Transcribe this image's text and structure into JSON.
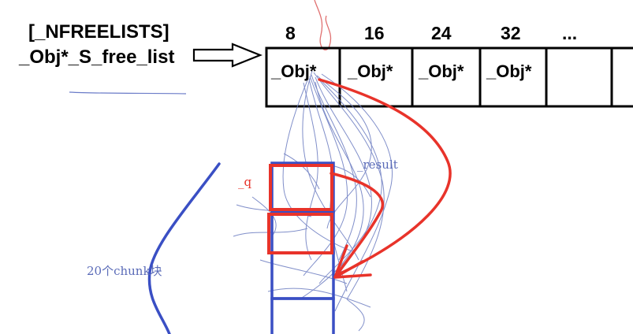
{
  "header": {
    "array_decl": "[_NFREELISTS]",
    "array_name": "_Obj*_S_free_list"
  },
  "indices": [
    "8",
    "16",
    "24",
    "32",
    "..."
  ],
  "cells": [
    "_Obj*",
    "_Obj*",
    "_Obj*",
    "_Obj*",
    ""
  ],
  "annotations": {
    "result": "_result",
    "q": "_q",
    "chunks": "20个chunk块"
  },
  "colors": {
    "black": "#000000",
    "red": "#e8332a",
    "blue": "#3a4fc4",
    "scribble": "#5a6bb8"
  }
}
